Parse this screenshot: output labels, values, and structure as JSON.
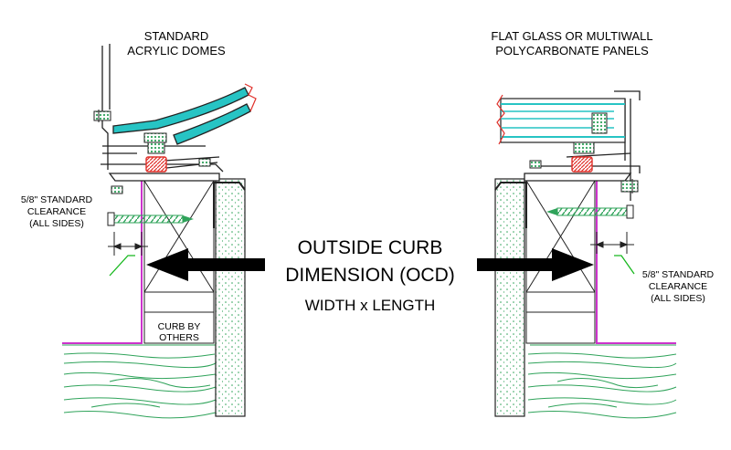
{
  "labels": {
    "left_title_1": "STANDARD",
    "left_title_2": "ACRYLIC DOMES",
    "right_title_1": "FLAT GLASS OR MULTIWALL",
    "right_title_2": "POLYCARBONATE PANELS",
    "left_clearance_1": "5/8\" STANDARD",
    "left_clearance_2": "CLEARANCE",
    "left_clearance_3": "(ALL SIDES)",
    "right_clearance_1": "5/8\" STANDARD",
    "right_clearance_2": "CLEARANCE",
    "right_clearance_3": "(ALL SIDES)",
    "curb_1": "CURB BY",
    "curb_2": "OTHERS",
    "ocd_1": "OUTSIDE CURB",
    "ocd_2": "DIMENSION (OCD)",
    "ocd_3": "WIDTH x LENGTH"
  },
  "colors": {
    "glazing": "#27c4c4",
    "gasket": "#2fa35a",
    "seal": "#e0302a",
    "flashing": "#cc33cc",
    "wood_grain": "#2fa35a",
    "leader": "#17b81e",
    "line": "#222222"
  }
}
